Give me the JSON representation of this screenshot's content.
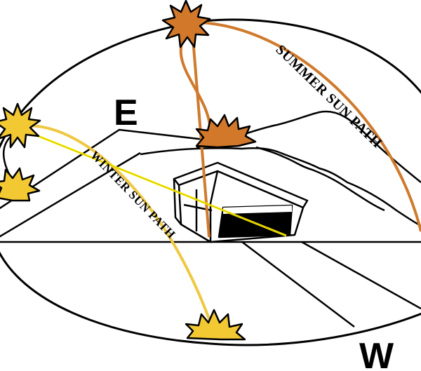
{
  "labels": {
    "east": "E",
    "west": "W",
    "summer_path": "SUMMER SUN PATH",
    "winter_path": "WINTER SUN PATH"
  },
  "colors": {
    "summer_sun": "#d2782a",
    "summer_path": "#cf7a2c",
    "winter_sun": "#f2c833",
    "winter_path": "#efc842",
    "sun_ray": "#ffee00",
    "outline": "#000000",
    "window_fill": "#000000"
  },
  "icons": {
    "summer_noon_sun": "sun-icon",
    "summer_sunrise_sun": "sun-icon",
    "winter_noon_sun": "sun-icon",
    "winter_sunrise_sun": "sun-icon",
    "winter_sunset_sun": "sun-icon",
    "house": "house-icon"
  }
}
